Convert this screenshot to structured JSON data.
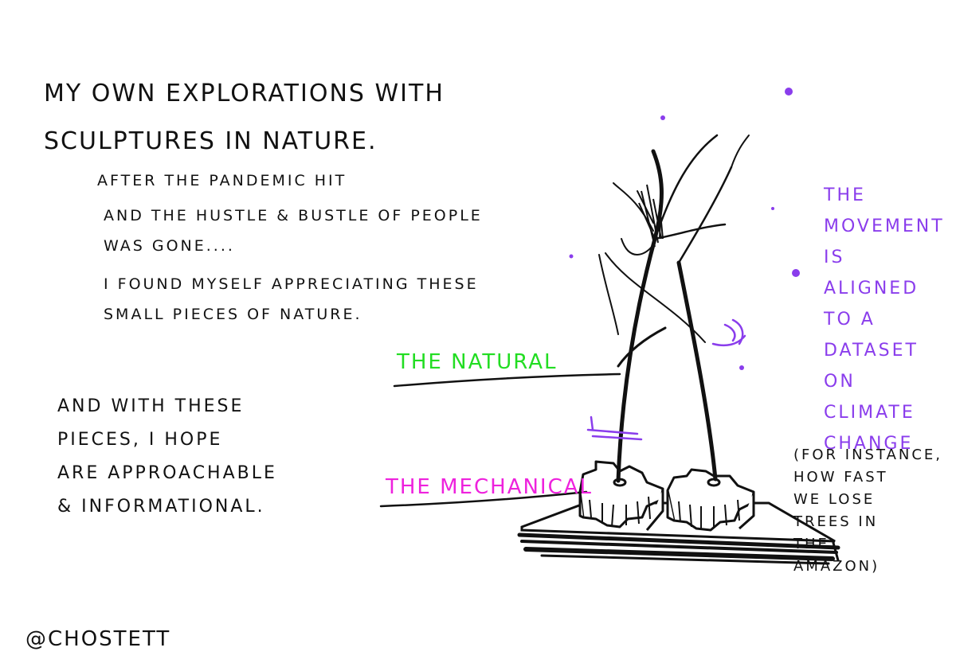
{
  "title": "MY OWN EXPLORATIONS WITH\nSCULPTURES IN NATURE.",
  "story": {
    "line1": "AFTER THE PANDEMIC HIT",
    "line2": "AND THE HUSTLE & BUSTLE OF PEOPLE\nWAS GONE....",
    "line3": "I FOUND MYSELF APPRECIATING THESE\nSMALL PIECES OF NATURE."
  },
  "closing": "AND WITH THESE\nPIECES, I HOPE\nARE APPROACHABLE\n& INFORMATIONAL.",
  "labels": {
    "natural": "THE NATURAL",
    "mechanical": "THE MECHANICAL"
  },
  "movement_note": "THE\nMOVEMENT\nIS\nALIGNED\nTO A\nDATASET\nON\nCLIMATE\nCHANGE",
  "instance_note": "(FOR INSTANCE,\nHOW FAST\nWE LOSE\nTREES IN\nTHE\nAMAZON)",
  "signature": "@CHOSTETT",
  "colors": {
    "ink": "#111111",
    "natural": "#22dd22",
    "mechanical": "#ee22dd",
    "accent": "#8a3dec"
  }
}
